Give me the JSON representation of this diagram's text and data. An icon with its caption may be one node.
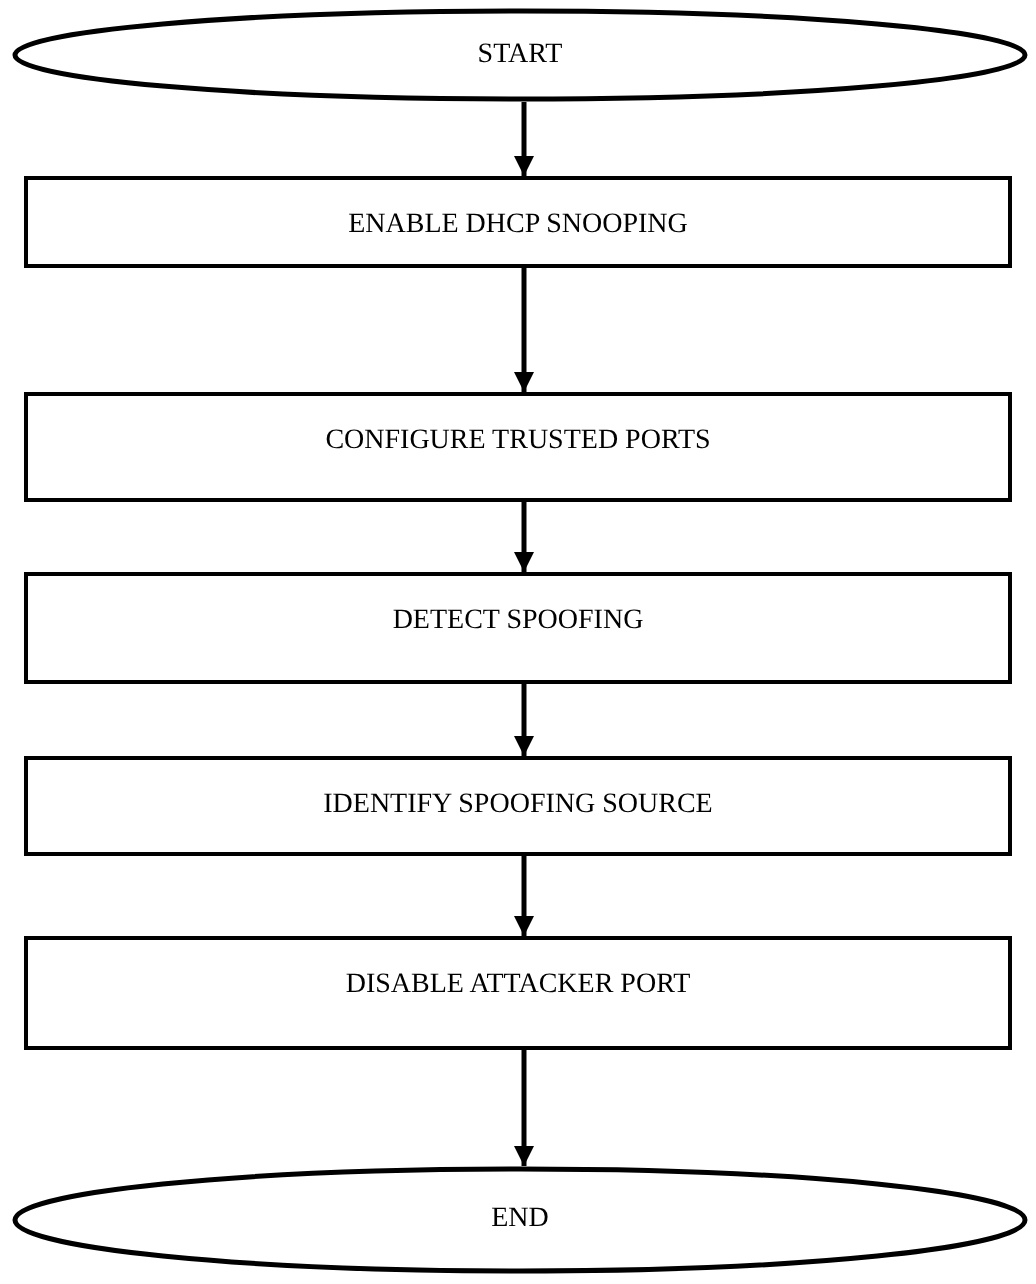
{
  "diagram": {
    "nodes": [
      {
        "text": [
          "START"
        ]
      },
      {
        "text": [
          "ENABLE DHCP SNOOPING"
        ]
      },
      {
        "text": [
          "CONFIGURE TRUSTED PORTS"
        ]
      },
      {
        "text": [
          "DETECT SPOOFING"
        ]
      },
      {
        "text": [
          "IDENTIFY SPOOFING SOURCE"
        ]
      },
      {
        "text": [
          "DISABLE ATTACKER PORT"
        ]
      },
      {
        "text": [
          "END"
        ]
      }
    ],
    "edges": [
      {
        "from": 0,
        "to": 1,
        "arrow": "to"
      },
      {
        "from": 1,
        "to": 2,
        "arrow": "to"
      },
      {
        "from": 2,
        "to": 3,
        "arrow": "to"
      },
      {
        "from": 3,
        "to": 4,
        "arrow": "to"
      },
      {
        "from": 4,
        "to": 5,
        "arrow": "to"
      },
      {
        "from": 5,
        "to": 6,
        "arrow": "to"
      }
    ]
  }
}
